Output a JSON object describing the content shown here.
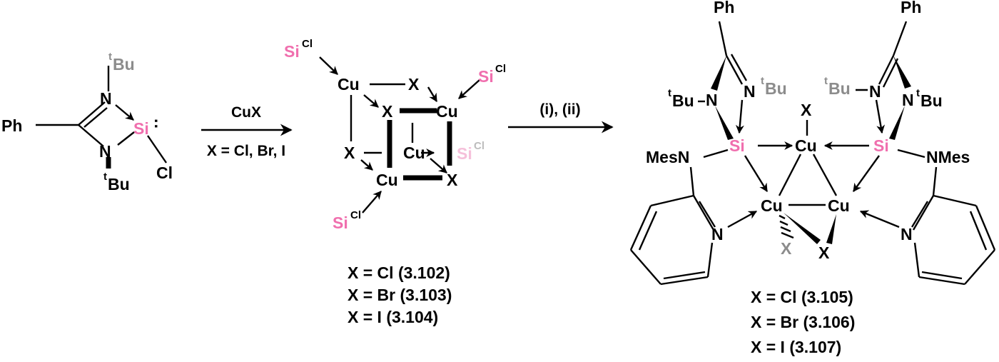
{
  "reactant": {
    "phenyl": "Ph",
    "silicon": "Si",
    "chloride": "Cl",
    "nitrogen": "N",
    "tbu_sup": "t",
    "tbu": "Bu",
    "lone_pair": "··"
  },
  "arrow1": {
    "reagent": "CuX",
    "condition": "X = Cl, Br, I"
  },
  "cluster": {
    "copper": "Cu",
    "halide": "X",
    "silicon": "Si",
    "chloride": "Cl",
    "labels": [
      "X = Cl (3.102)",
      "X = Br (3.103)",
      "X = I (3.104)"
    ]
  },
  "arrow2": {
    "conditions": "(i), (ii)"
  },
  "product": {
    "phenyl": "Ph",
    "copper": "Cu",
    "halide": "X",
    "silicon": "Si",
    "nitrogen": "N",
    "mes": "MesN",
    "mes_right": "NMes",
    "tbu_sup": "t",
    "tbu": "Bu",
    "labels": [
      "X = Cl (3.105)",
      "X = Br (3.106)",
      "X = I (3.107)"
    ]
  },
  "colors": {
    "silicon": "#f06fae",
    "faded_group": "#8c8c8c",
    "ink": "#000000"
  }
}
